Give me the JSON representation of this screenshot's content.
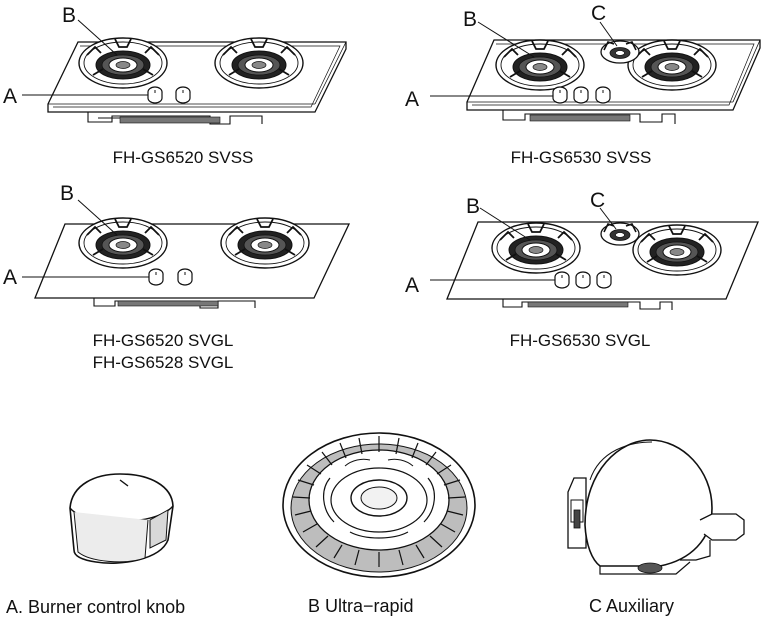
{
  "hobs": [
    {
      "model": [
        "FH-GS6520 SVSS"
      ],
      "callouts": {
        "a": "A",
        "b": "B"
      }
    },
    {
      "model": [
        "FH-GS6530 SVSS"
      ],
      "callouts": {
        "a": "A",
        "b": "B",
        "c": "C"
      }
    },
    {
      "model": [
        "FH-GS6520 SVGL",
        "FH-GS6528 SVGL"
      ],
      "callouts": {
        "a": "A",
        "b": "B"
      }
    },
    {
      "model": [
        "FH-GS6530 SVGL"
      ],
      "callouts": {
        "a": "A",
        "b": "B",
        "c": "C"
      }
    }
  ],
  "parts": [
    {
      "caption": "A.  Burner control knob"
    },
    {
      "caption": "B  Ultra−rapid"
    },
    {
      "caption": "C  Auxiliary"
    }
  ]
}
